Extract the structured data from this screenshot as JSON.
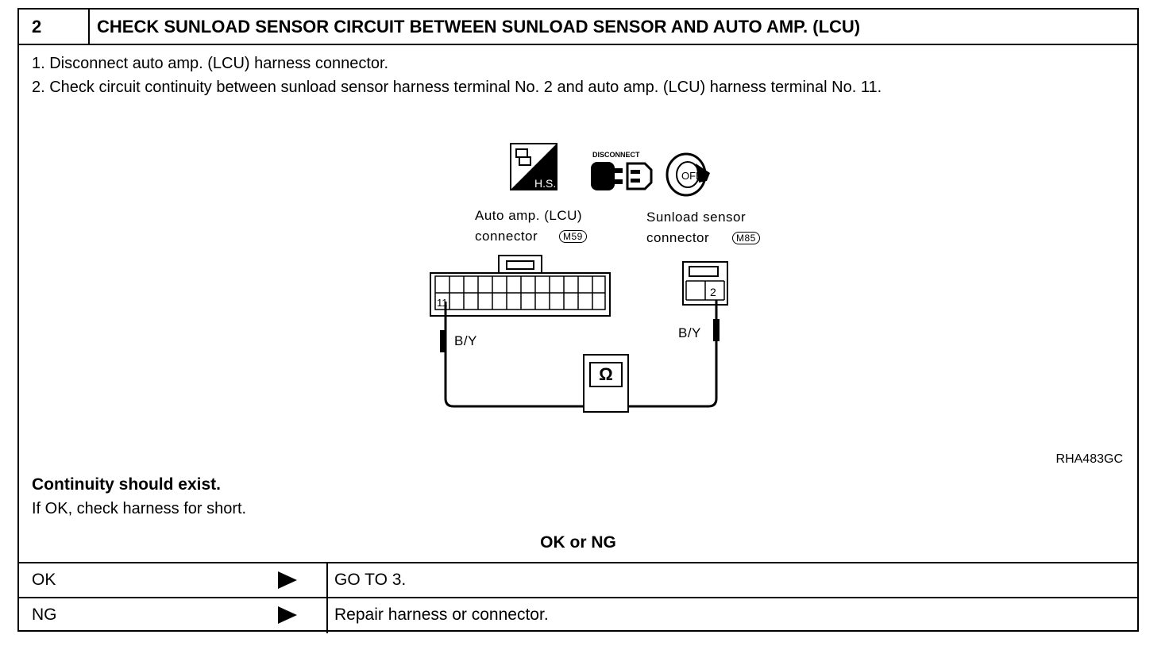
{
  "step": {
    "number": "2",
    "title": "CHECK SUNLOAD SENSOR CIRCUIT BETWEEN SUNLOAD SENSOR AND AUTO AMP. (LCU)"
  },
  "instructions": [
    "1. Disconnect auto amp. (LCU) harness connector.",
    "2. Check circuit continuity between sunload sensor harness terminal No. 2 and auto amp. (LCU) harness terminal No. 11."
  ],
  "diagram": {
    "hs_badge": "H.S.",
    "disconnect_label": "DISCONNECT",
    "key_label": "OFF",
    "left_connector": {
      "label_line1": "Auto amp. (LCU)",
      "label_line2": "connector",
      "code": "M59",
      "terminal": "11",
      "wire": "B/Y"
    },
    "right_connector": {
      "label_line1": "Sunload sensor",
      "label_line2": "connector",
      "code": "M85",
      "terminal": "2",
      "wire": "B/Y"
    },
    "meter_symbol": "Ω",
    "figure_code": "RHA483GC"
  },
  "result": {
    "expected": "Continuity should exist.",
    "note": "If OK, check harness for short."
  },
  "decision": {
    "title": "OK or NG",
    "rows": [
      {
        "key": "OK",
        "action": "GO TO 3."
      },
      {
        "key": "NG",
        "action": "Repair harness or connector."
      }
    ]
  }
}
